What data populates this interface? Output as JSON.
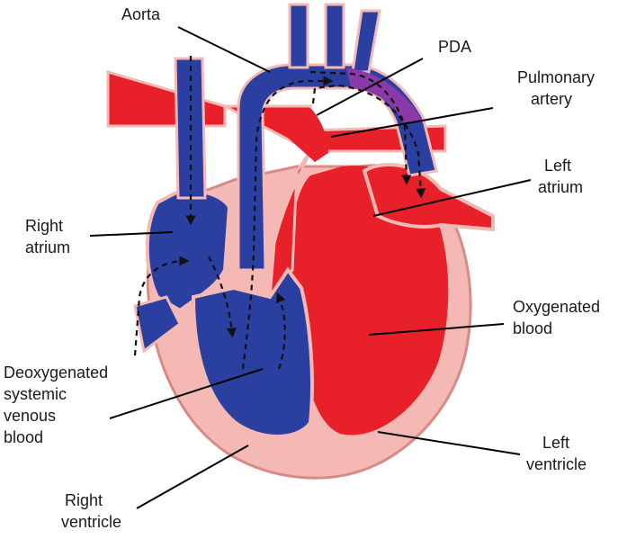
{
  "labels": {
    "aorta": "Aorta",
    "pda": "PDA",
    "pulmonary_artery": [
      "Pulmonary",
      "artery"
    ],
    "left_atrium": [
      "Left",
      "atrium"
    ],
    "right_atrium": [
      "Right",
      "atrium"
    ],
    "oxygenated_blood": [
      "Oxygenated",
      "blood"
    ],
    "deoxygenated_blood": [
      "Deoxygenated",
      "systemic",
      "venous",
      "blood"
    ],
    "left_ventricle": [
      "Left",
      "ventricle"
    ],
    "right_ventricle": [
      "Right",
      "ventricle"
    ]
  },
  "colors": {
    "oxygenated": "#e8202a",
    "deoxygenated": "#2b3fa0",
    "mixed": "#8a3aa8",
    "wall": "#f4b9b4",
    "wall_outline": "#d88a86"
  }
}
